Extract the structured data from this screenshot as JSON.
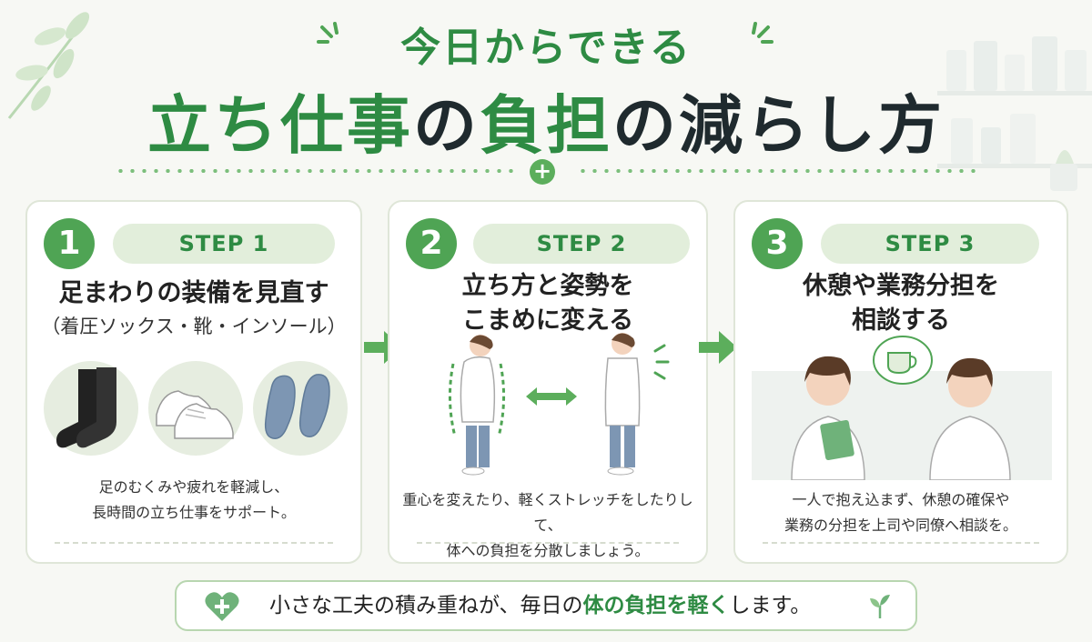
{
  "header": {
    "subtitle": "今日からできる",
    "title_parts": [
      {
        "text": "立ち仕事",
        "color": "green"
      },
      {
        "text": "の",
        "color": "dark"
      },
      {
        "text": "負担",
        "color": "green"
      },
      {
        "text": "の減らし方",
        "color": "dark"
      }
    ],
    "divider_icon": "plus-icon"
  },
  "steps": [
    {
      "number": "1",
      "label": "STEP 1",
      "title": "足まわりの装備を見直す",
      "subtitle": "（着圧ソックス・靴・インソール）",
      "description_lines": [
        "足のむくみや疲れを軽減し、",
        "長時間の立ち仕事をサポート。"
      ],
      "images": [
        "compression-socks",
        "white-shoes",
        "insoles"
      ]
    },
    {
      "number": "2",
      "label": "STEP 2",
      "title_lines": [
        "立ち方と姿勢を",
        "こまめに変える"
      ],
      "description_lines": [
        "重心を変えたり、軽くストレッチをしたりして、",
        "体への負担を分散しましょう。"
      ],
      "images": [
        "slouched-posture",
        "double-arrow",
        "upright-posture"
      ]
    },
    {
      "number": "3",
      "label": "STEP 3",
      "title_lines": [
        "休憩や業務分担を",
        "相談する"
      ],
      "description_lines": [
        "一人で抱え込まず、休憩の確保や",
        "業務の分担を上司や同僚へ相談を。"
      ],
      "images": [
        "pharmacists-talking",
        "coffee-bubble"
      ]
    }
  ],
  "footer": {
    "before": "小さな工夫の積み重ねが、毎日の",
    "highlight": "体の負担を軽く",
    "after": "します。",
    "icon": "heart-plus-icon",
    "deco_icon": "sprout-icon"
  },
  "colors": {
    "primary_green": "#2e8b43",
    "accent_green": "#4fa454",
    "pill_bg": "#e2eedb",
    "dark_text": "#1f2a2e"
  }
}
